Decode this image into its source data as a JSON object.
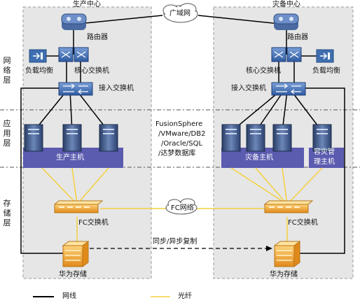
{
  "sites": {
    "production": "生产中心",
    "disaster": "灾备中心"
  },
  "wan": "广域网",
  "layers": {
    "network": "网络层",
    "app": "应用层",
    "storage": "存储层"
  },
  "devices": {
    "router": "路由器",
    "lb": "负载均衡",
    "core_switch": "核心交换机",
    "access_switch": "接入交换机",
    "fc_switch": "FC交换机",
    "storage": "华为存储"
  },
  "hosts": {
    "production": "生产主机",
    "disaster": "灾备主机",
    "dr_manage": [
      "容灾管",
      "理主机"
    ]
  },
  "middle_text": [
    "FusionSphere",
    "/VMware/DB2",
    "/Oracle/SQL",
    "/达梦数据库"
  ],
  "fc_network": "FC网络",
  "replication": "同步/异步复制",
  "legend": {
    "net": "网线",
    "fiber": "光纤"
  },
  "colors": {
    "net": "#000000",
    "fiber": "#f4d03f",
    "host_band": "#5b5bb0",
    "panel": "#e6e6e6"
  }
}
